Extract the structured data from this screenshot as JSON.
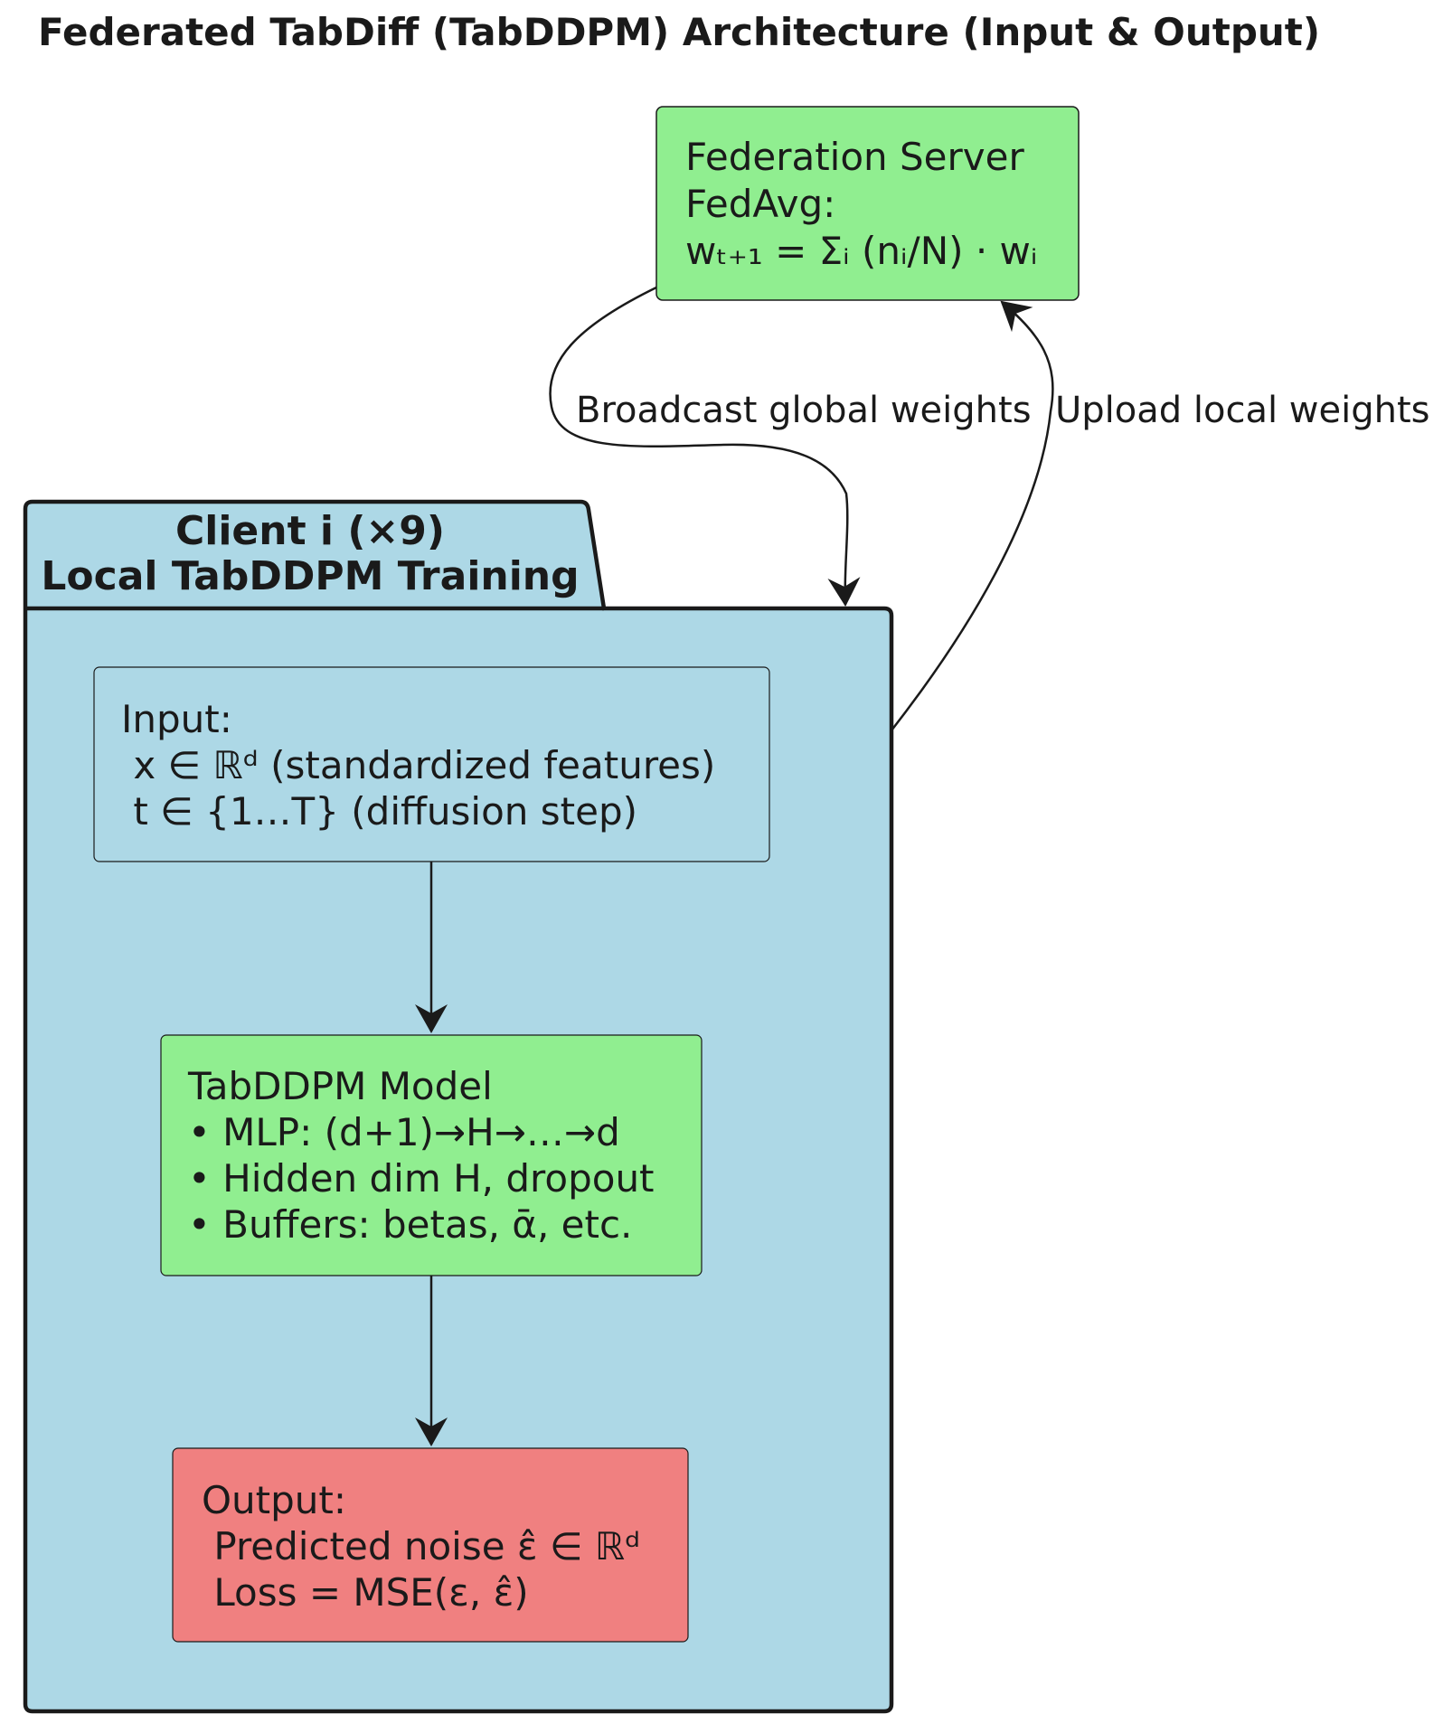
{
  "title": "Federated TabDiff (TabDDPM) Architecture (Input & Output)",
  "colors": {
    "server_fill": "#90ee90",
    "client_package_fill": "#add8e6",
    "input_fill": "#add8e6",
    "model_fill": "#90ee90",
    "output_fill": "#f08080",
    "line": "#1a1a1a"
  },
  "server": {
    "line1": "Federation Server",
    "line2": "FedAvg:",
    "line3": "wₜ₊₁ = Σᵢ (nᵢ/N) · wᵢ"
  },
  "client_package": {
    "title_line1": "Client i (×9)",
    "title_line2": "Local TabDDPM Training"
  },
  "input_box": {
    "line1": "Input:",
    "line2": " x ∈ ℝᵈ (standardized features)",
    "line3": " t ∈ {1…T} (diffusion step)"
  },
  "model_box": {
    "line1": "TabDDPM Model",
    "line2": "• MLP: (d+1)→H→…→d",
    "line3": "• Hidden dim H, dropout",
    "line4": "• Buffers: betas, ᾱ, etc."
  },
  "output_box": {
    "line1": "Output:",
    "line2": " Predicted noise ε̂ ∈ ℝᵈ",
    "line3": " Loss = MSE(ε, ε̂)"
  },
  "edges": {
    "broadcast": "Broadcast global weights",
    "upload": "Upload local weights"
  }
}
